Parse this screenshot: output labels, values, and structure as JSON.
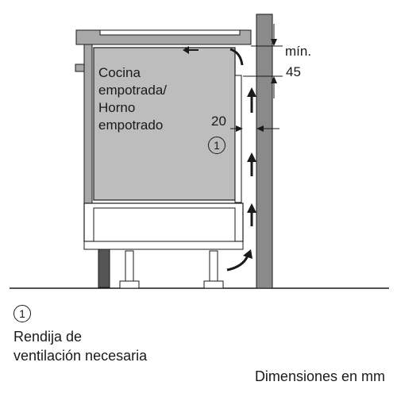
{
  "appliance": {
    "lines": [
      "Cocina",
      "empotrada/",
      "Horno",
      "empotrado"
    ]
  },
  "dimensions": {
    "min_label": "mín.",
    "top_gap": "45",
    "side_gap": "20"
  },
  "legend": {
    "marker": "1",
    "lines": [
      "Rendija de",
      "ventilación necesaria"
    ]
  },
  "units_note": "Dimensiones en mm",
  "colors": {
    "worktop": "#a8a8a8",
    "appliance_body": "#bdbdbd",
    "wall": "#8a8a8a",
    "outline": "#1a1a1a",
    "arrow": "#1a1a1a"
  },
  "icons": {
    "airflow_arrow": "arrow-up-icon",
    "dimension_arrow": "arrow-tip-icon"
  }
}
